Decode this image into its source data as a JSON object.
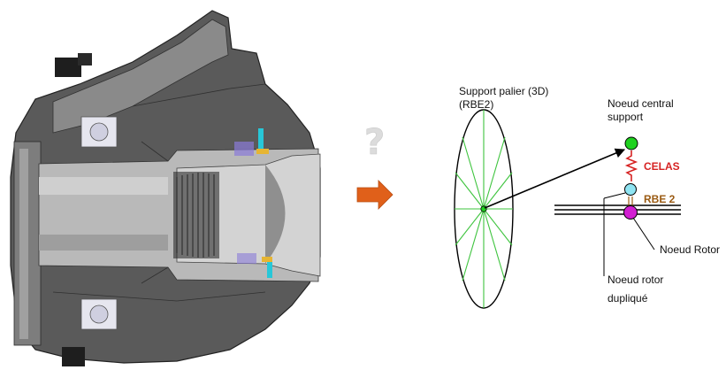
{
  "question_mark": "?",
  "labels": {
    "support_palier_line1": "Support palier (3D)",
    "support_palier_line2": "(RBE2)",
    "noeud_central_line1": "Noeud central",
    "noeud_central_line2": "support",
    "celas": "CELAS",
    "rbe2": "RBE 2",
    "noeud_rotor": "Noeud Rotor",
    "noeud_duplique_line1": "Noeud rotor",
    "noeud_duplique_line2": "dupliqué"
  },
  "colors": {
    "arrow_orange": "#e0601a",
    "spoke_green": "#3ec43e",
    "central_node_green": "#1fd11f",
    "duplicated_node_cyan": "#8fe4f2",
    "rotor_node_magenta": "#d21fd2",
    "celas_red": "#d62222",
    "rbe2_brown": "#9a5a12"
  },
  "icons": {
    "engine_cutaway": "engine-cutaway-image",
    "arrow": "right-arrow-icon"
  }
}
